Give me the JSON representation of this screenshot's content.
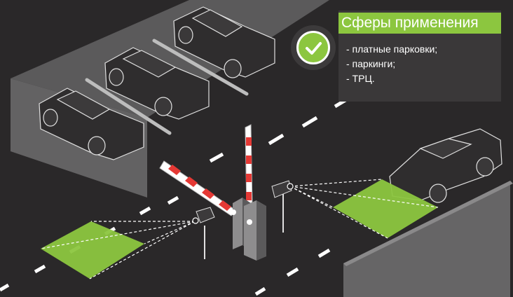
{
  "info": {
    "title": "Сферы применения",
    "items": [
      "- платные парковки;",
      "- паркинги;",
      "- ТРЦ."
    ]
  },
  "icons": {
    "check": "check-circle-icon"
  },
  "colors": {
    "background": "#2a2829",
    "accent_green": "#8cc63f",
    "barrier_red": "#e53935",
    "barrier_white": "#ffffff",
    "panel": "#3a3839"
  }
}
